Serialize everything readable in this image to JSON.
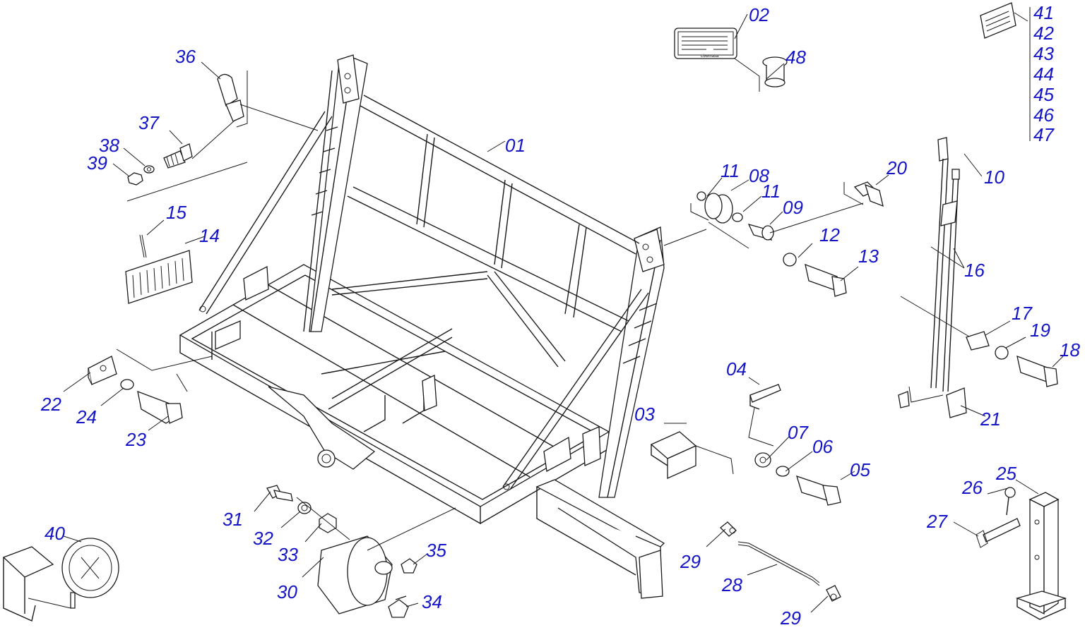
{
  "diagram": {
    "parts": [
      {
        "id": "p01",
        "label": "01"
      },
      {
        "id": "p02",
        "label": "02"
      },
      {
        "id": "p03",
        "label": "03"
      },
      {
        "id": "p04",
        "label": "04"
      },
      {
        "id": "p05",
        "label": "05"
      },
      {
        "id": "p06",
        "label": "06"
      },
      {
        "id": "p07",
        "label": "07"
      },
      {
        "id": "p08",
        "label": "08"
      },
      {
        "id": "p09",
        "label": "09"
      },
      {
        "id": "p10",
        "label": "10"
      },
      {
        "id": "p11a",
        "label": "11"
      },
      {
        "id": "p11b",
        "label": "11"
      },
      {
        "id": "p12",
        "label": "12"
      },
      {
        "id": "p13",
        "label": "13"
      },
      {
        "id": "p14",
        "label": "14"
      },
      {
        "id": "p15",
        "label": "15"
      },
      {
        "id": "p16",
        "label": "16"
      },
      {
        "id": "p17",
        "label": "17"
      },
      {
        "id": "p18",
        "label": "18"
      },
      {
        "id": "p19",
        "label": "19"
      },
      {
        "id": "p20",
        "label": "20"
      },
      {
        "id": "p21",
        "label": "21"
      },
      {
        "id": "p22",
        "label": "22"
      },
      {
        "id": "p23",
        "label": "23"
      },
      {
        "id": "p24",
        "label": "24"
      },
      {
        "id": "p25",
        "label": "25"
      },
      {
        "id": "p26",
        "label": "26"
      },
      {
        "id": "p27",
        "label": "27"
      },
      {
        "id": "p28",
        "label": "28"
      },
      {
        "id": "p29a",
        "label": "29"
      },
      {
        "id": "p29b",
        "label": "29"
      },
      {
        "id": "p30",
        "label": "30"
      },
      {
        "id": "p31",
        "label": "31"
      },
      {
        "id": "p32",
        "label": "32"
      },
      {
        "id": "p33",
        "label": "33"
      },
      {
        "id": "p34",
        "label": "34"
      },
      {
        "id": "p35",
        "label": "35"
      },
      {
        "id": "p36",
        "label": "36"
      },
      {
        "id": "p37",
        "label": "37"
      },
      {
        "id": "p38",
        "label": "38"
      },
      {
        "id": "p39",
        "label": "39"
      },
      {
        "id": "p40",
        "label": "40"
      },
      {
        "id": "p41",
        "label": "41"
      },
      {
        "id": "p42",
        "label": "42"
      },
      {
        "id": "p43",
        "label": "43"
      },
      {
        "id": "p44",
        "label": "44"
      },
      {
        "id": "p45",
        "label": "45"
      },
      {
        "id": "p46",
        "label": "46"
      },
      {
        "id": "p47",
        "label": "47"
      },
      {
        "id": "p48",
        "label": "48"
      }
    ],
    "nameplate_brand": "civemasa",
    "colors": {
      "label": "#1515c8",
      "line": "#1a1a1a",
      "background": "#ffffff"
    }
  }
}
